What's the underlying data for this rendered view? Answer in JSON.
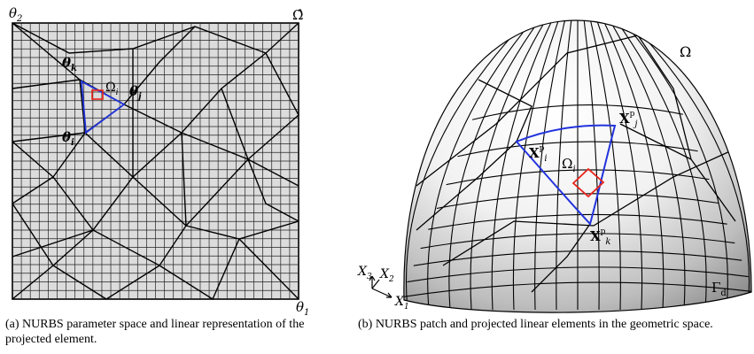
{
  "panel_a": {
    "caption": "(a) NURBS parameter space and linear representation of the projected element.",
    "labels": {
      "theta2": "θ2",
      "omega_hat": "Ω̂",
      "theta1": "θ1",
      "theta_k": "θk",
      "theta_j": "θj",
      "theta_i": "θi",
      "omega_i": "Ωi"
    },
    "grid_divisions": 32,
    "colors": {
      "grid_fill": "#dcdcdc",
      "grid_line": "#222222",
      "element": "#2233dd",
      "subelement": "#e8231a"
    }
  },
  "panel_b": {
    "caption": "(b) NURBS patch and projected linear elements in the geometric space.",
    "labels": {
      "omega": "Ω",
      "gamma_d": "Γd",
      "x3": "X3",
      "x2": "X2",
      "x1": "X1",
      "xp_i": "Xpi",
      "xp_j": "Xpj",
      "xp_k": "Xpk",
      "omega_i": "Ωi"
    },
    "colors": {
      "dome_light": "#ffffff",
      "dome_dark": "#8c8c8c",
      "element": "#2233dd",
      "subelement": "#e8231a"
    }
  }
}
